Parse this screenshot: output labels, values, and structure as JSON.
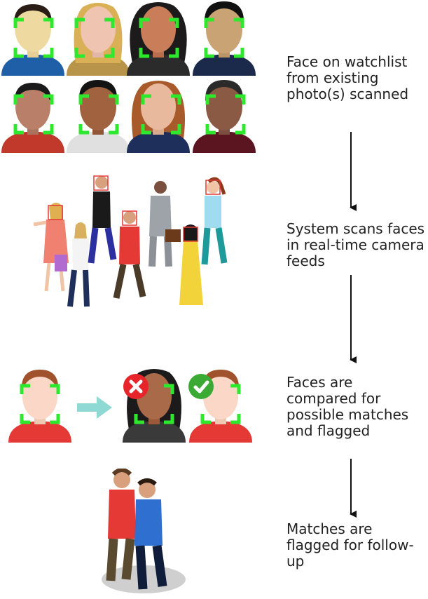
{
  "steps": [
    {
      "label": "Face on watchlist from existing photo(s) scanned"
    },
    {
      "label": "System scans faces in real-time camera feeds"
    },
    {
      "label": "Faces are compared for possible matches and flagged"
    },
    {
      "label": "Matches are flagged for follow-up"
    }
  ],
  "colors": {
    "detection_box": "#2ee82e",
    "cctv_box": "#e53935",
    "arrow": "#111111",
    "compare_arrow": "#8fd9d4",
    "reject_badge": "#e8242b",
    "match_badge": "#3aaa35"
  },
  "icons": [
    "cross-icon",
    "check-icon"
  ]
}
